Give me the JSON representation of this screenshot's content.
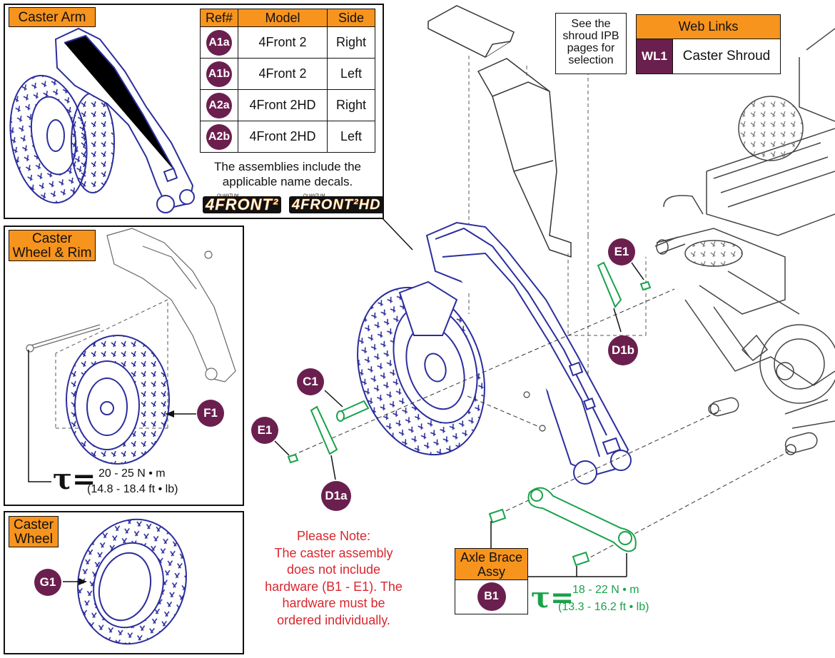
{
  "caster_arm": {
    "label": "Caster Arm",
    "table_headers": [
      "Ref#",
      "Model",
      "Side"
    ],
    "rows": [
      {
        "ref": "A1a",
        "model": "4Front 2",
        "side": "Right"
      },
      {
        "ref": "A1b",
        "model": "4Front 2",
        "side": "Left"
      },
      {
        "ref": "A2a",
        "model": "4Front 2HD",
        "side": "Right"
      },
      {
        "ref": "A2b",
        "model": "4Front 2HD",
        "side": "Left"
      }
    ],
    "note_line1": "The assemblies include the",
    "note_line2": "applicable name decals.",
    "logo1": "4FRONT²",
    "logo2": "4FRONT²HD",
    "logo_small": "QUANTUM"
  },
  "shroud_note": {
    "line1": "See the",
    "line2": "shroud IPB",
    "line3": "pages for",
    "line4": "selection"
  },
  "web_links": {
    "header": "Web Links",
    "ref": "WL1",
    "label": "Caster Shroud"
  },
  "caster_wheel_rim": {
    "label_line1": "Caster",
    "label_line2": "Wheel & Rim",
    "ref": "F1",
    "torque_symbol": "τ=",
    "torque_nm": "20 - 25  N • m",
    "torque_ftlb": "(14.8 - 18.4 ft • lb)"
  },
  "caster_wheel": {
    "label_line1": "Caster",
    "label_line2": "Wheel",
    "ref": "G1"
  },
  "callouts": {
    "e1_top": "E1",
    "d1b": "D1b",
    "c1": "C1",
    "e1_left": "E1",
    "d1a": "D1a"
  },
  "please_note": {
    "line1": "Please Note:",
    "line2": "The caster assembly",
    "line3": "does not include",
    "line4": "hardware (B1 - E1). The",
    "line5": "hardware must be",
    "line6": "ordered individually."
  },
  "axle_brace": {
    "label_line1": "Axle Brace",
    "label_line2": "Assy",
    "ref": "B1",
    "torque_symbol": "τ=",
    "torque_nm": "18 - 22 N • m",
    "torque_ftlb": "(13.3 - 16.2 ft • lb)"
  },
  "colors": {
    "arm": "#2b2e9c",
    "hardware": "#19a24a",
    "badge": "#6b1f4e",
    "tag": "#f7941d",
    "note": "#d9272e"
  }
}
